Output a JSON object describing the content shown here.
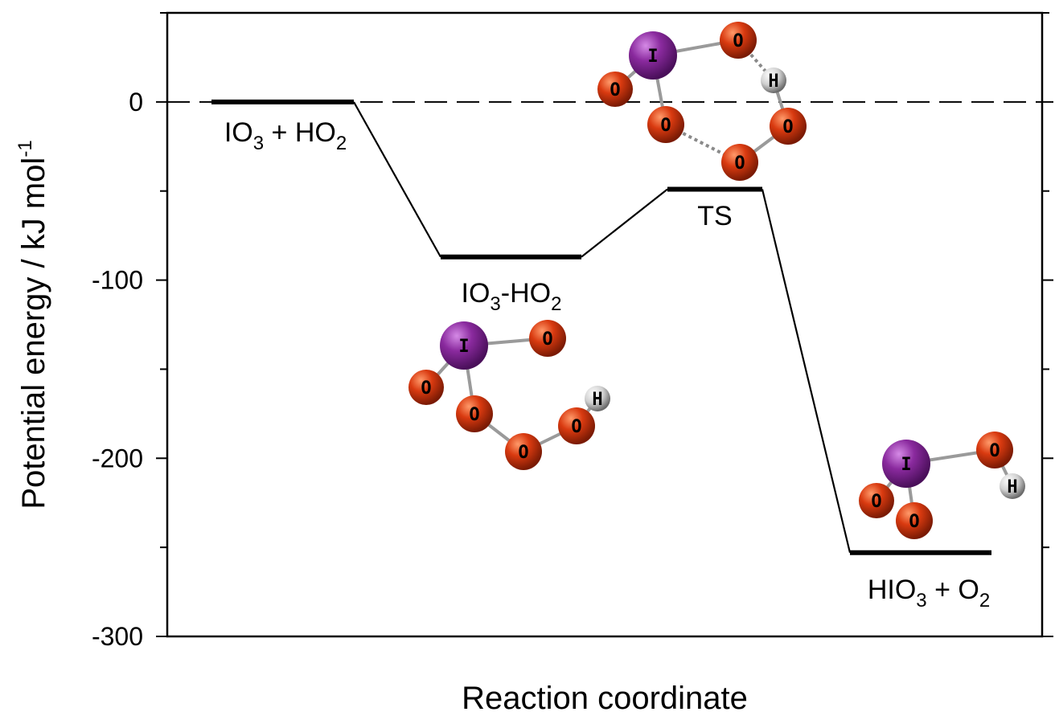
{
  "chart_data": {
    "type": "energy-profile",
    "ylabel": "Potential energy / kJ mol",
    "ylabel_sup": "-1",
    "xlabel": "Reaction coordinate",
    "ylim": [
      -300,
      50
    ],
    "yticks": [
      0,
      -100,
      -200,
      -300
    ],
    "reference_line": 0,
    "states": [
      {
        "label": "IO3 + HO2",
        "main": "IO",
        "sub1": "3",
        "mid": " + HO",
        "sub2": "2",
        "energy": 0
      },
      {
        "label": "IO3-HO2",
        "main": "IO",
        "sub1": "3",
        "mid": "-HO",
        "sub2": "2",
        "energy": -87
      },
      {
        "label": "TS",
        "main": "TS",
        "sub1": "",
        "mid": "",
        "sub2": "",
        "energy": -49
      },
      {
        "label": "HIO3 + O2",
        "main": "HIO",
        "sub1": "3",
        "mid": " + O",
        "sub2": "2",
        "energy": -253
      }
    ]
  },
  "molecules": {
    "ts": {
      "atoms": [
        {
          "el": "I",
          "text": "I"
        },
        {
          "el": "O",
          "text": "O"
        },
        {
          "el": "O",
          "text": "O"
        },
        {
          "el": "O",
          "text": "O"
        },
        {
          "el": "H",
          "text": "H"
        },
        {
          "el": "O",
          "text": "O"
        },
        {
          "el": "O",
          "text": "O"
        }
      ]
    },
    "complex": {
      "atoms": [
        {
          "el": "I",
          "text": "I"
        },
        {
          "el": "O",
          "text": "O"
        },
        {
          "el": "O",
          "text": "O"
        },
        {
          "el": "O",
          "text": "O"
        },
        {
          "el": "O",
          "text": "O"
        },
        {
          "el": "O",
          "text": "O"
        },
        {
          "el": "H",
          "text": "H"
        }
      ]
    },
    "product": {
      "atoms": [
        {
          "el": "I",
          "text": "I"
        },
        {
          "el": "O",
          "text": "O"
        },
        {
          "el": "H",
          "text": "H"
        },
        {
          "el": "O",
          "text": "O"
        },
        {
          "el": "O",
          "text": "O"
        }
      ]
    }
  },
  "colors": {
    "iodine": "#8a2a9e",
    "oxygen": "#d93a10",
    "hydrogen": "#d8d8d8",
    "frame": "#000000"
  }
}
